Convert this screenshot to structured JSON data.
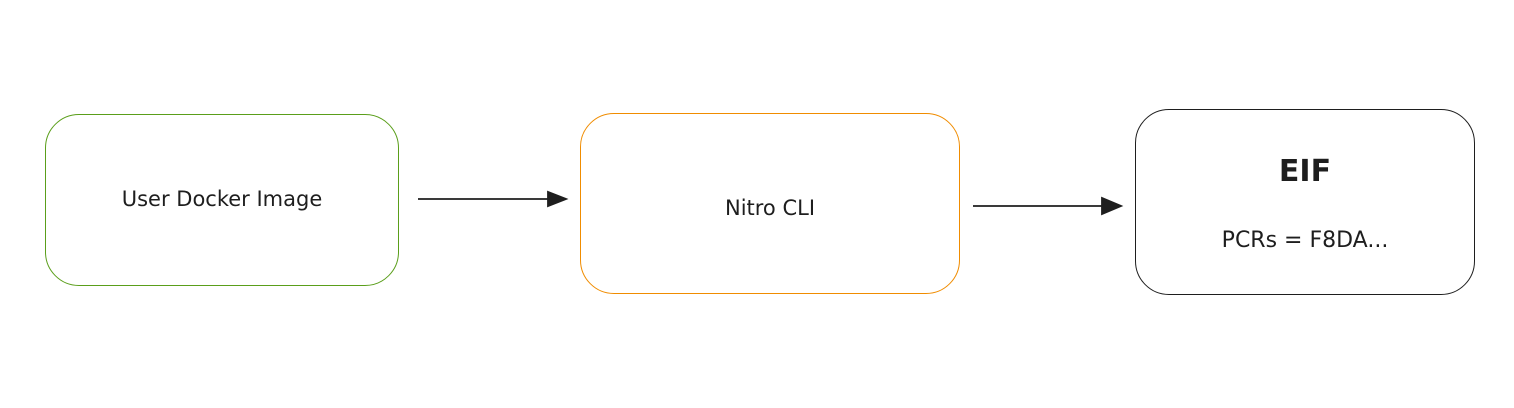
{
  "nodes": [
    {
      "label": "User Docker Image",
      "stroke": "#5a9e1a"
    },
    {
      "label": "Nitro CLI",
      "stroke": "#f08c00"
    },
    {
      "label": "EIF",
      "sublabel": "PCRs = F8DA...",
      "stroke": "#1e1e1e"
    }
  ]
}
